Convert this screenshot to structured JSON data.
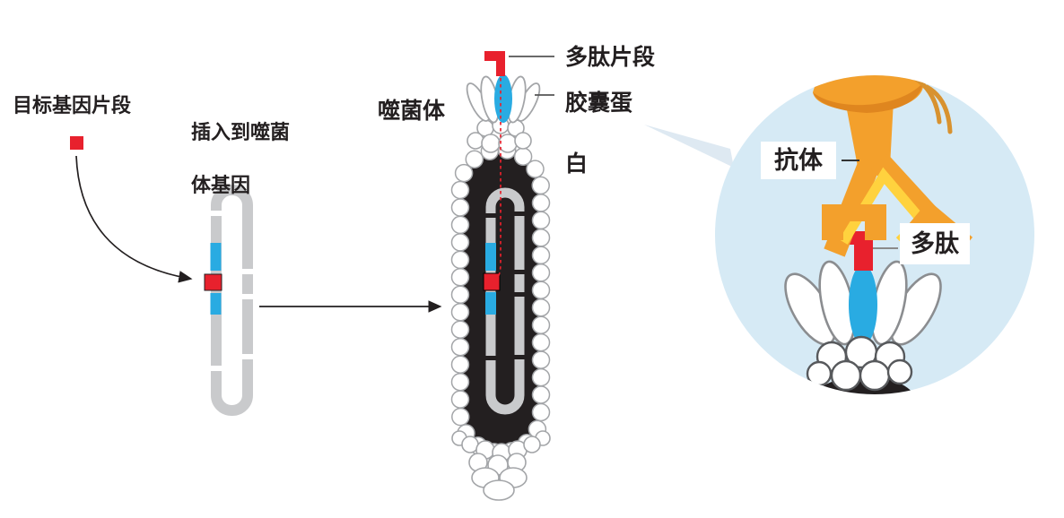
{
  "labels": {
    "target_gene_fragment": "目标基因片段",
    "insert_into_phage_gene_lines": [
      "插入到噬菌",
      "体基因"
    ],
    "phage": "噬菌体",
    "polypeptide_fragment": "多肽片段",
    "coat_protein_lines": [
      "胶囊蛋",
      "白"
    ],
    "antibody": "抗体",
    "polypeptide": "多肽"
  },
  "colors": {
    "red": "#E8212D",
    "blue": "#29ABE2",
    "orange": "#F3A02C",
    "orangedark": "#DF861F",
    "yellow": "#FFD23E",
    "circleblue": "#D6EAF5",
    "wedge": "#DEE9F2",
    "gray": "#C9CACC",
    "grayline": "#A3A5A8",
    "ink": "#231F20"
  }
}
